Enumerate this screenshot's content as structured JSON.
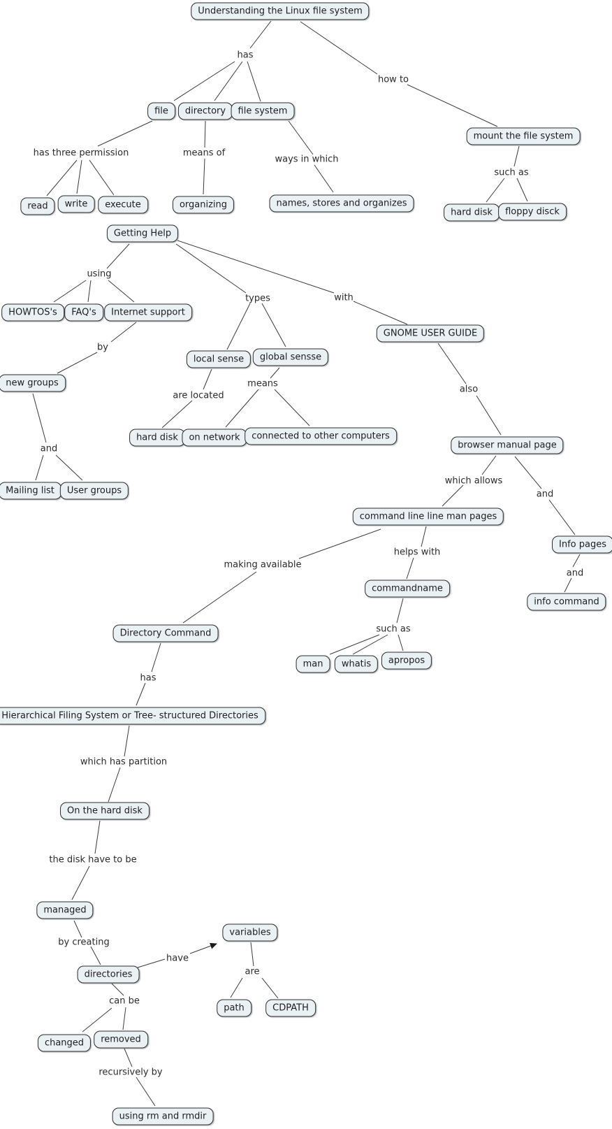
{
  "colors": {
    "background": "#ffffff",
    "node_fill": "#eaf1f4",
    "node_border": "#2e2e2e",
    "edge_line": "#3c3c3c",
    "text": "#1d1d1d"
  },
  "concepts": {
    "understanding": "Understanding the Linux file system",
    "file": "file",
    "directory": "directory",
    "file_system": "file system",
    "mount_file_system": "mount the file system",
    "read": "read",
    "write": "write",
    "execute": "execute",
    "organizing": "organizing",
    "names_stores_organizes": "names, stores and organizes",
    "hard_disk_mount": "hard disk",
    "floppy_disck": "floppy disck",
    "getting_help": "Getting Help",
    "howtos": "HOWTOS's",
    "faqs": "FAQ's",
    "internet_support": "Internet support",
    "new_groups": "new groups",
    "mailing_list": "Mailing list",
    "user_groups": "User groups",
    "local_sense": "local sense",
    "global_sensse": "global sensse",
    "hard_disk_located": "hard disk",
    "on_network": "on network",
    "connected_computers": "connected to other computers",
    "gnome_user_guide": "GNOME USER GUIDE",
    "browser_manual_page": "browser manual page",
    "command_line_man_pages": "command line line man pages",
    "info_pages": "Info pages",
    "info_command": "info command",
    "commandname": "commandname",
    "man": "man",
    "whatis": "whatis",
    "apropos": "apropos",
    "directory_command": "Directory Command",
    "hierarchical": "Hierarchical Filing System or Tree- structured Directories",
    "on_the_hard_disk": "On the hard disk",
    "managed": "managed",
    "directories": "directories",
    "variables": "variables",
    "path": "path",
    "cdpath": "CDPATH",
    "changed": "changed",
    "removed": "removed",
    "using_rm_rmdir": "using rm and rmdir"
  },
  "linking_phrases": {
    "has_1": "has",
    "how_to": "how to",
    "has_three_permission": "has three permission",
    "means_of": "means of",
    "ways_in_which": "ways in which",
    "such_as_1": "such as",
    "using": "using",
    "types": "types",
    "with": "with",
    "by": "by",
    "and_1": "and",
    "are_located": "are located",
    "means": "means",
    "also": "also",
    "which_allows": "which allows",
    "and_2": "and",
    "and_3": "and",
    "helps_with": "helps with",
    "making_available": "making available",
    "such_as_2": "such as",
    "has_2": "has",
    "which_has_partition": "which has partition",
    "the_disk_have_to_be": "the disk have to be",
    "by_creating": "by creating",
    "have": "have",
    "are": "are",
    "can_be": "can be",
    "recursively_by": "recursively by"
  }
}
